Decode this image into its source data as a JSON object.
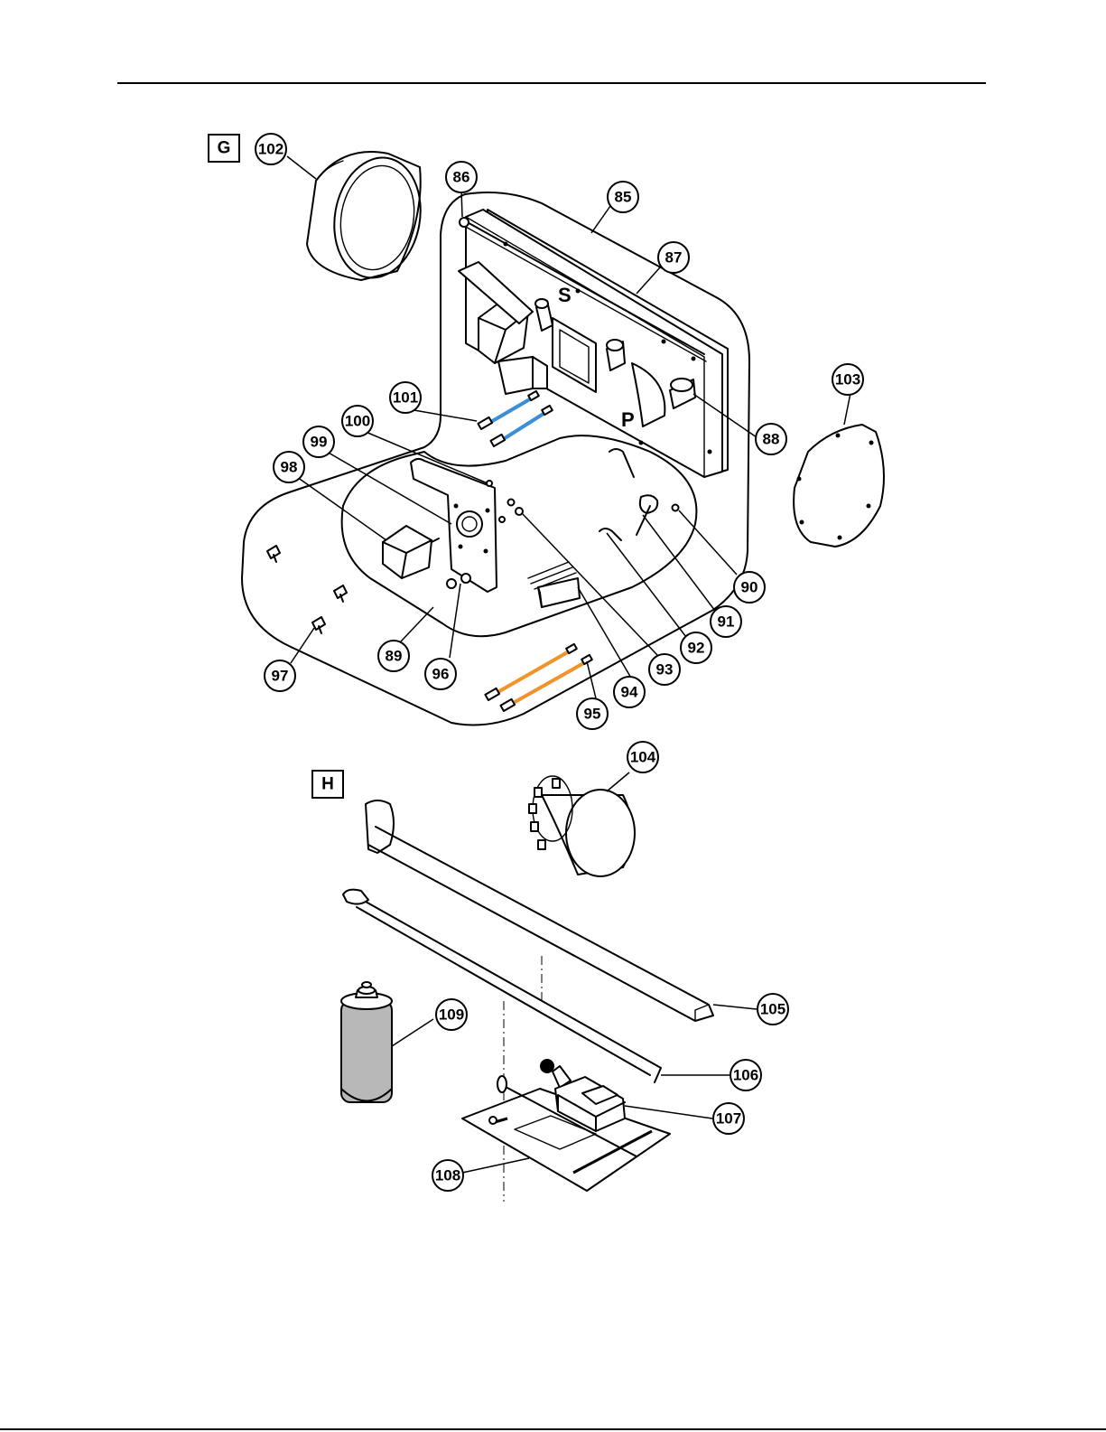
{
  "sections": [
    {
      "id": "G",
      "label": "G"
    },
    {
      "id": "H",
      "label": "H"
    }
  ],
  "panel_marks": {
    "top": "S",
    "bottom": "P"
  },
  "callouts": [
    {
      "id": "85",
      "label": "85"
    },
    {
      "id": "86",
      "label": "86"
    },
    {
      "id": "87",
      "label": "87"
    },
    {
      "id": "88",
      "label": "88"
    },
    {
      "id": "89",
      "label": "89"
    },
    {
      "id": "90",
      "label": "90"
    },
    {
      "id": "91",
      "label": "91"
    },
    {
      "id": "92",
      "label": "92"
    },
    {
      "id": "93",
      "label": "93"
    },
    {
      "id": "94",
      "label": "94"
    },
    {
      "id": "95",
      "label": "95"
    },
    {
      "id": "96",
      "label": "96"
    },
    {
      "id": "97",
      "label": "97"
    },
    {
      "id": "98",
      "label": "98"
    },
    {
      "id": "99",
      "label": "99"
    },
    {
      "id": "100",
      "label": "100"
    },
    {
      "id": "101",
      "label": "101"
    },
    {
      "id": "102",
      "label": "102"
    },
    {
      "id": "103",
      "label": "103"
    },
    {
      "id": "104",
      "label": "104"
    },
    {
      "id": "105",
      "label": "105"
    },
    {
      "id": "106",
      "label": "106"
    },
    {
      "id": "107",
      "label": "107"
    },
    {
      "id": "108",
      "label": "108"
    },
    {
      "id": "109",
      "label": "109"
    }
  ],
  "colors": {
    "wire_blue": "#3a8fd8",
    "wire_orange": "#f0932b",
    "can_gray": "#b8b8b8"
  }
}
